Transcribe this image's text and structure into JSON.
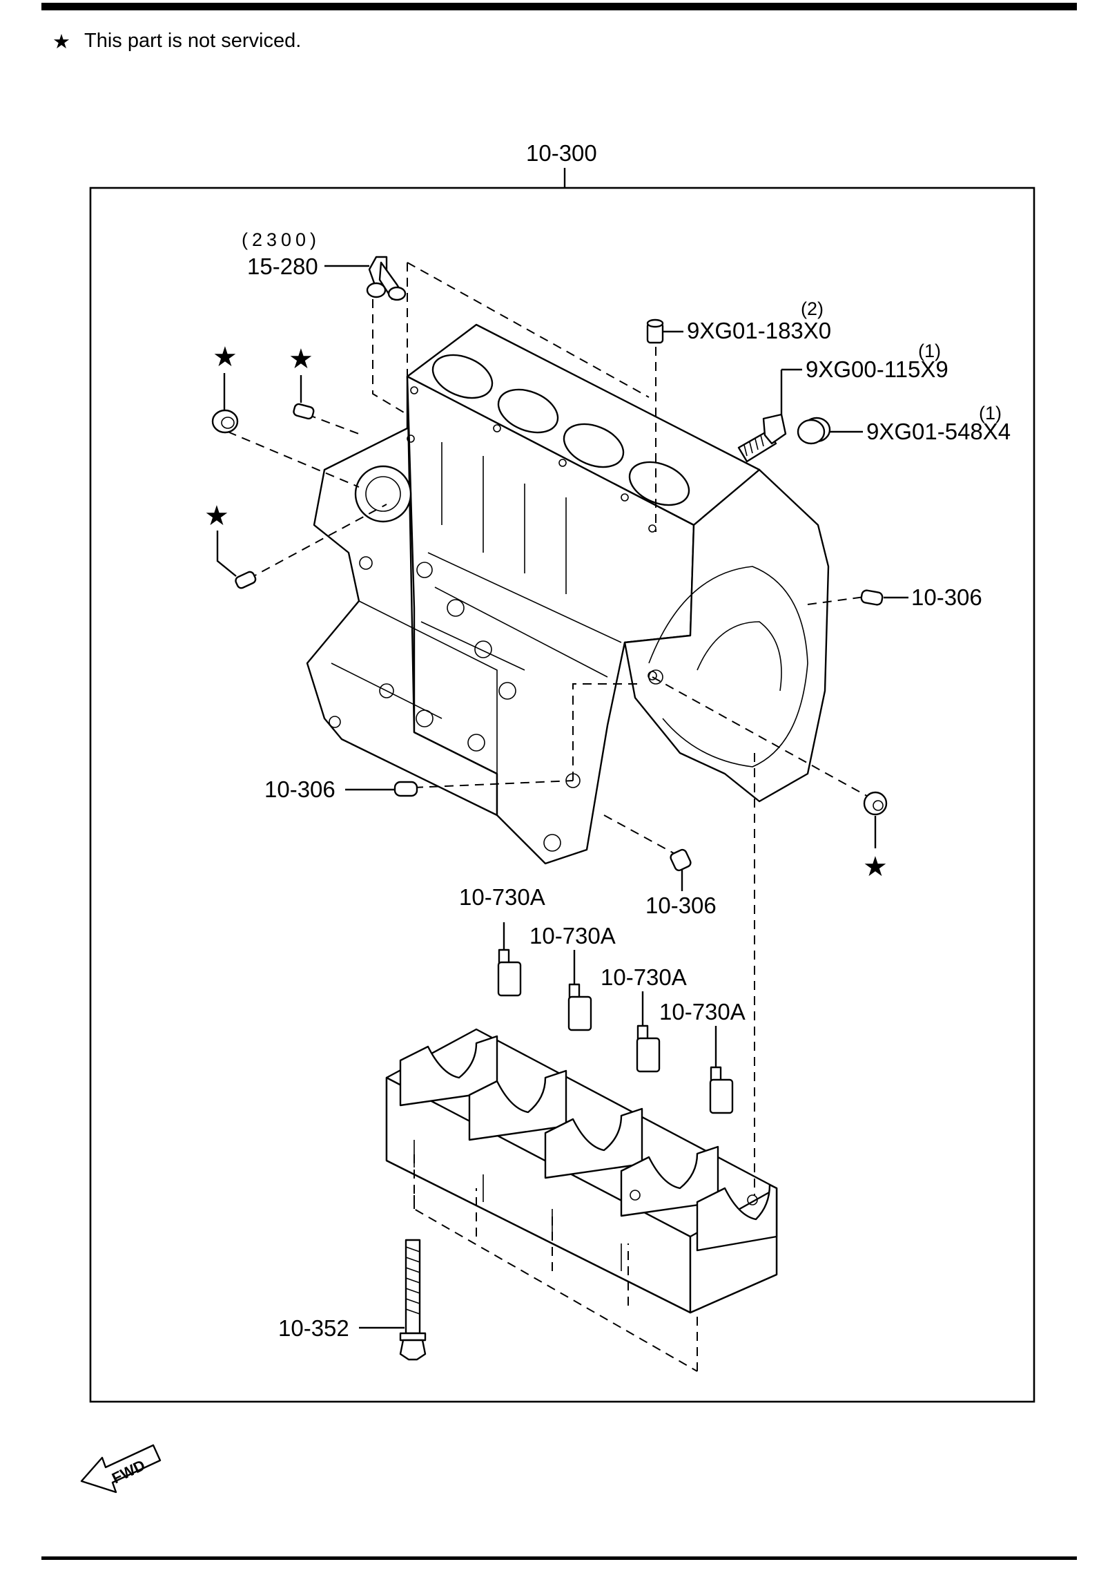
{
  "note": {
    "star": "★",
    "text": "This part is not serviced."
  },
  "assembly_label": "10-300",
  "callouts": {
    "qty_2300": "(2300)",
    "hose_fitting": "15-280",
    "dowel_top": "9XG01-183X0",
    "dowel_top_qty": "(2)",
    "bolt": "9XG00-115X9",
    "bolt_qty": "(1)",
    "plug": "9XG01-548X4",
    "plug_qty": "(1)",
    "pin_right": "10-306",
    "pin_left": "10-306",
    "pin_bottom": "10-306",
    "jet_1": "10-730A",
    "jet_2": "10-730A",
    "jet_3": "10-730A",
    "jet_4": "10-730A",
    "main_bolt": "10-352"
  },
  "markers": {
    "star": "★"
  },
  "fwd_label": "FWD",
  "colors": {
    "ink": "#000000",
    "paper": "#ffffff"
  }
}
